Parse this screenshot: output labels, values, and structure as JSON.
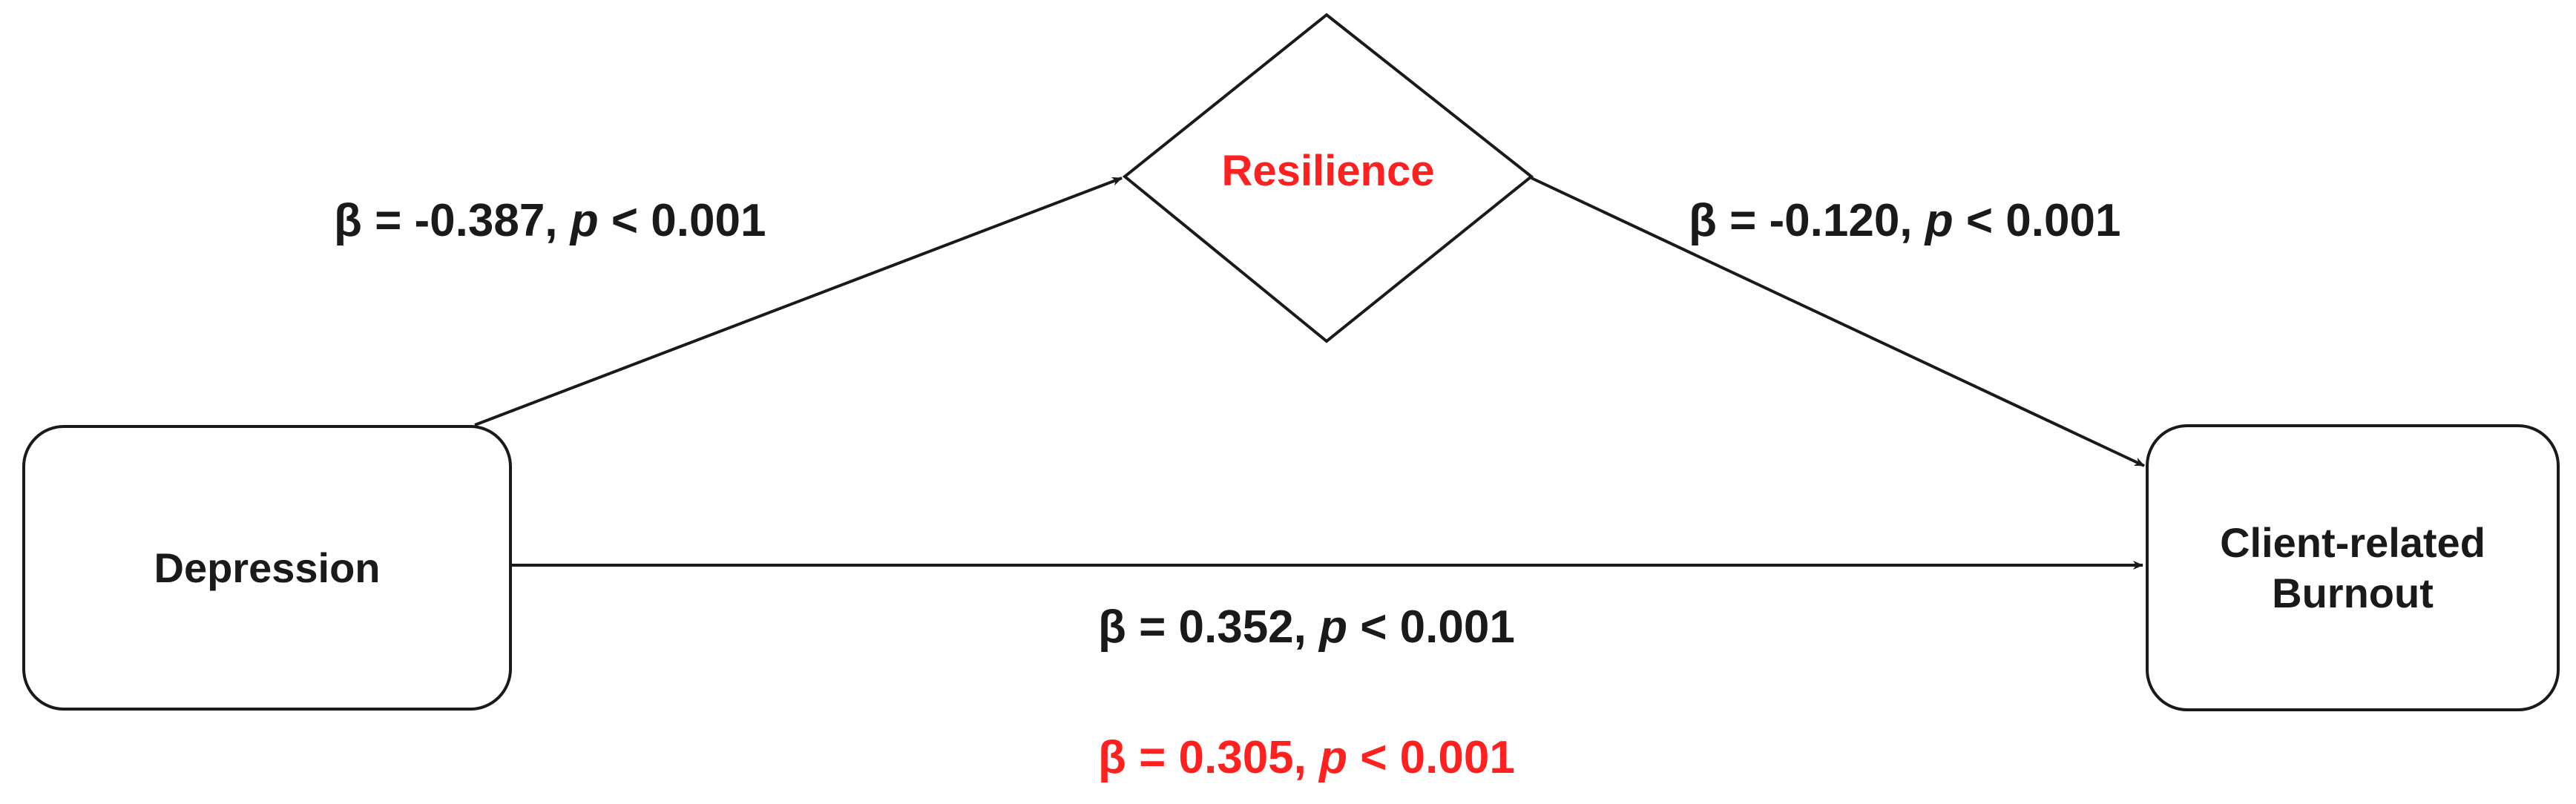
{
  "nodes": {
    "depression": "Depression",
    "resilience": "Resilience",
    "burnout_line1": "Client-related",
    "burnout_line2": "Burnout"
  },
  "paths": {
    "a": {
      "beta": "β = -0.387, ",
      "p": "p",
      "rest": " < 0.001"
    },
    "b": {
      "beta": "β = -0.120, ",
      "p": "p",
      "rest": " < 0.001"
    },
    "c": {
      "beta": "β = 0.352, ",
      "p": "p",
      "rest": " < 0.001"
    },
    "c_prime": {
      "beta": "β = 0.305, ",
      "p": "p",
      "rest": " < 0.001"
    }
  },
  "colors": {
    "line": "#1a1a1a",
    "highlight": "#ff2020"
  }
}
